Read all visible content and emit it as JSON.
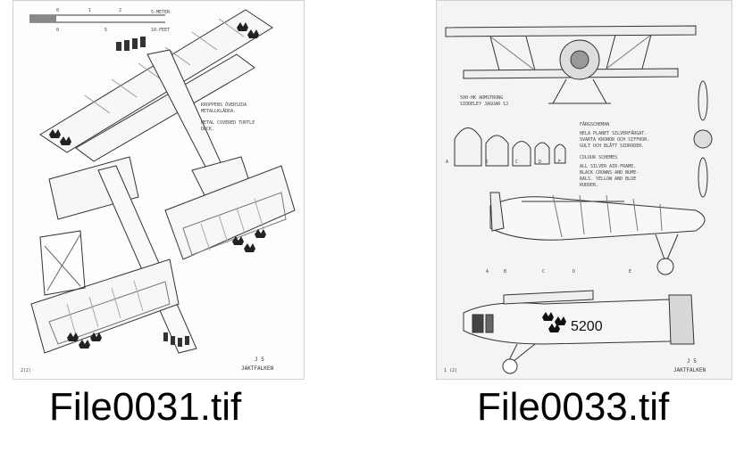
{
  "thumbnails": [
    {
      "filename": "File0031.tif",
      "drawing": {
        "scale_meter_label": "5-METER",
        "scale_feet_label": "10-FEET",
        "scale_ticks_top": [
          "0",
          "1",
          "2"
        ],
        "scale_ticks_bottom": [
          "0",
          "5"
        ],
        "note_line1": "KROPPENS ÖVERSIDA",
        "note_line2": "METALLKLÄDDA.",
        "note_line3": "METAL COVERED TURTLE",
        "note_line4": "DECK.",
        "page_number": "2(2)",
        "model_code": "J 5",
        "model_name": "JAKTFALKEN"
      }
    },
    {
      "filename": "File0033.tif",
      "drawing": {
        "engine_line1": "500-HK ARMSTRONG",
        "engine_line2": "SIDDELEY JAGUAR SJ",
        "section_heading": "FÄRGSCHEMAN",
        "swedish_line1": "HELA PLANET SILVERFÄRGAT.",
        "swedish_line2": "SVARTA KRONOR OCH SIFFROR.",
        "swedish_line3": "GULT OCH BLÅTT SIDRODER.",
        "colour_heading": "COLOUR SCHEMES",
        "english_line1": "ALL SILVER AIR-FRAME.",
        "english_line2": "BLACK CROWNS AND NUME-",
        "english_line3": "RALS. YELLOW AND BLUE",
        "english_line4": "RUDDER.",
        "station_labels": [
          "A",
          "B",
          "C",
          "D",
          "E"
        ],
        "serial_number": "5200",
        "page_number": "1 (2)",
        "model_code": "J 5",
        "model_name": "JAKTFALKEN"
      }
    }
  ]
}
